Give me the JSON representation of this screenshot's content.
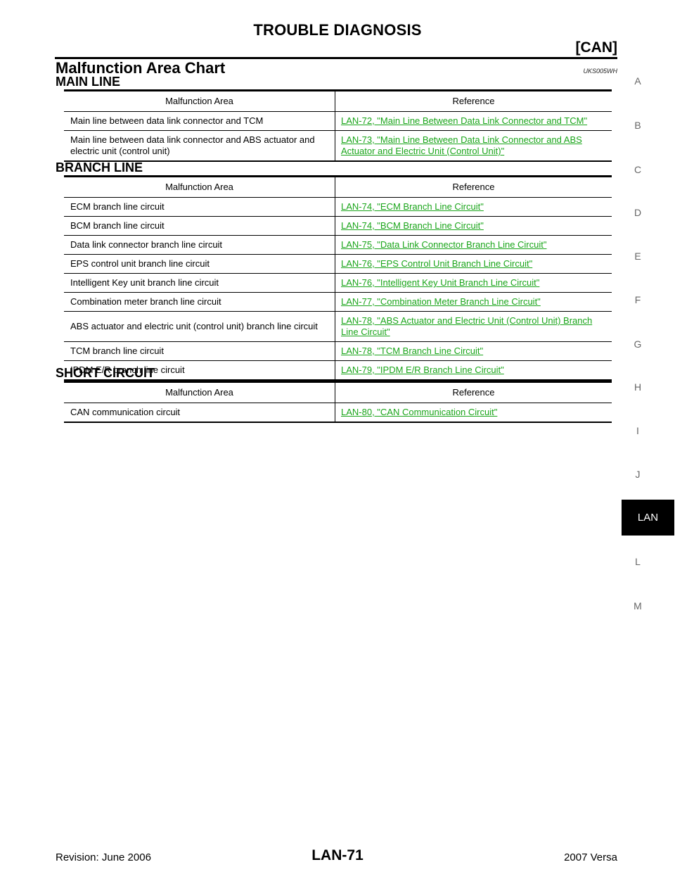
{
  "header": {
    "title": "TROUBLE DIAGNOSIS",
    "section": "[CAN]"
  },
  "page": {
    "heading": "Malfunction Area Chart",
    "code": "UKS005WH"
  },
  "columns": {
    "area": "Malfunction Area",
    "reference": "Reference"
  },
  "main_line": {
    "title": "MAIN LINE",
    "rows": [
      {
        "area": "Main line between data link connector and TCM",
        "ref": "LAN-72, \"Main Line Between Data Link Connector and TCM\""
      },
      {
        "area": "Main line between data link connector and ABS actuator and electric unit (control unit)",
        "ref": "LAN-73, \"Main Line Between Data Link Connector and ABS Actuator and Electric Unit (Control Unit)\""
      }
    ]
  },
  "branch_line": {
    "title": "BRANCH LINE",
    "rows": [
      {
        "area": "ECM branch line circuit",
        "ref": "LAN-74, \"ECM Branch Line Circuit\""
      },
      {
        "area": "BCM branch line circuit",
        "ref": "LAN-74, \"BCM Branch Line Circuit\""
      },
      {
        "area": "Data link connector branch line circuit",
        "ref": "LAN-75, \"Data Link Connector Branch Line Circuit\""
      },
      {
        "area": "EPS control unit branch line circuit",
        "ref": "LAN-76, \"EPS Control Unit Branch Line Circuit\""
      },
      {
        "area": "Intelligent Key unit branch line circuit",
        "ref": "LAN-76, \"Intelligent Key Unit Branch Line Circuit\""
      },
      {
        "area": "Combination meter branch line circuit",
        "ref": "LAN-77, \"Combination Meter Branch Line Circuit\""
      },
      {
        "area": "ABS actuator and electric unit (control unit) branch line circuit",
        "ref": "LAN-78, \"ABS Actuator and Electric Unit (Control Unit) Branch Line Circuit\""
      },
      {
        "area": "TCM branch line circuit",
        "ref": "LAN-78, \"TCM Branch Line Circuit\""
      },
      {
        "area": "IPDM  E/R branch line circuit",
        "ref": "LAN-79, \"IPDM E/R Branch Line Circuit\""
      }
    ]
  },
  "short_circuit": {
    "title": "SHORT CIRCUIT",
    "rows": [
      {
        "area": "CAN communication circuit",
        "ref": "LAN-80, \"CAN Communication Circuit\""
      }
    ]
  },
  "side_index": {
    "letters": [
      "A",
      "B",
      "C",
      "D",
      "E",
      "F",
      "G",
      "H",
      "I",
      "J",
      "L",
      "M"
    ],
    "active": "LAN"
  },
  "footer": {
    "revision": "Revision: June 2006",
    "page_number": "LAN-71",
    "model": "2007 Versa"
  },
  "colors": {
    "link": "#1aa51a",
    "active_tab_bg": "#000000"
  }
}
